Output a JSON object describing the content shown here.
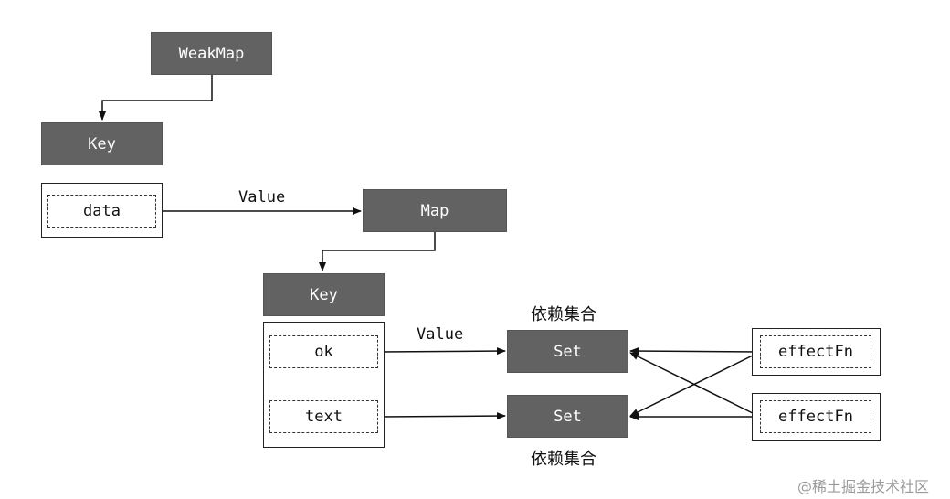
{
  "weakmap": "WeakMap",
  "key1": "Key",
  "data_key": "data",
  "value1": "Value",
  "map": "Map",
  "key2": "Key",
  "ok_key": "ok",
  "text_key": "text",
  "value2": "Value",
  "set_top": "Set",
  "set_bottom": "Set",
  "dep_top": "依赖集合",
  "dep_bottom": "依赖集合",
  "effect_top": "effectFn",
  "effect_bottom": "effectFn",
  "watermark": "@稀土掘金技术社区"
}
